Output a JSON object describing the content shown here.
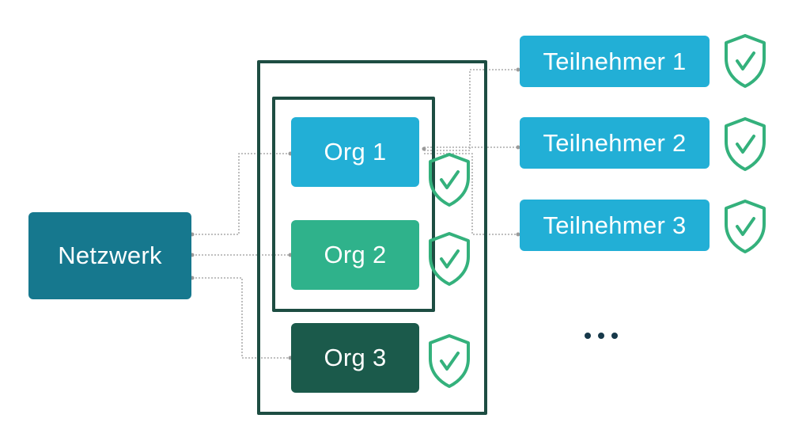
{
  "network": {
    "label": "Netzwerk"
  },
  "orgs": [
    {
      "label": "Org 1"
    },
    {
      "label": "Org 2"
    },
    {
      "label": "Org 3"
    }
  ],
  "participants": [
    {
      "label": "Teilnehmer 1"
    },
    {
      "label": "Teilnehmer 2"
    },
    {
      "label": "Teilnehmer 3"
    }
  ],
  "colors": {
    "network": "#16788e",
    "org1": "#22afd6",
    "org2": "#2fb28b",
    "org3": "#1b5a4b",
    "participant": "#22afd6",
    "frame": "#1d4d42",
    "shield": "#34b17c",
    "connector": "#9a9a9a"
  },
  "icons": {
    "shield": "shield-check-icon",
    "more": "ellipsis-icon"
  }
}
